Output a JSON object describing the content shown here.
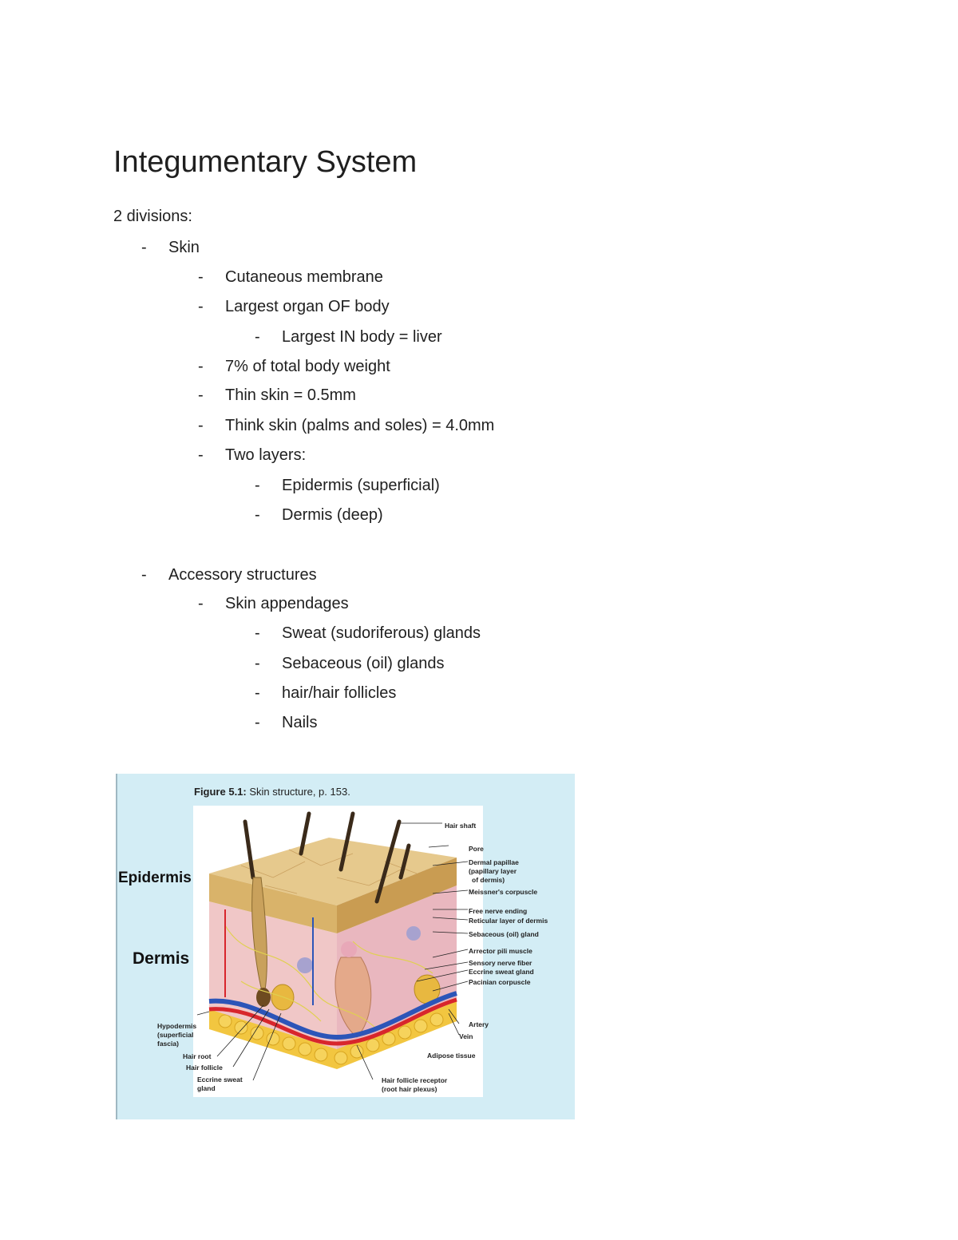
{
  "title": "Integumentary System",
  "intro": "2 divisions:",
  "dash": "-",
  "outline": [
    {
      "level": 1,
      "text": "Skin"
    },
    {
      "level": 2,
      "text": "Cutaneous membrane"
    },
    {
      "level": 2,
      "text": "Largest organ OF body"
    },
    {
      "level": 3,
      "text": "Largest IN body = liver"
    },
    {
      "level": 2,
      "text": "7% of total body weight"
    },
    {
      "level": 2,
      "text": "Thin skin = 0.5mm"
    },
    {
      "level": 2,
      "text": "Think skin (palms and soles) = 4.0mm"
    },
    {
      "level": 2,
      "text": "Two layers:"
    },
    {
      "level": 3,
      "text": "Epidermis (superficial)"
    },
    {
      "level": 3,
      "text": "Dermis (deep)"
    },
    {
      "level": 1,
      "text": "Accessory structures"
    },
    {
      "level": 2,
      "text": "Skin appendages"
    },
    {
      "level": 3,
      "text": "Sweat (sudoriferous) glands"
    },
    {
      "level": 3,
      "text": "Sebaceous (oil) glands"
    },
    {
      "level": 3,
      "text": "hair/hair follicles"
    },
    {
      "level": 3,
      "text": "Nails"
    }
  ],
  "figure": {
    "caption_bold": "Figure 5.1:",
    "caption_rest": " Skin structure, p. 153.",
    "big_labels": {
      "epidermis": "Epidermis",
      "dermis": "Dermis"
    },
    "right_labels": [
      "Hair shaft",
      "Pore",
      "Dermal papillae",
      "(papillary layer",
      "of dermis)",
      "Meissner's corpuscle",
      "Free nerve ending",
      "Reticular layer of dermis",
      "Sebaceous (oil) gland",
      "Arrector pili muscle",
      "Sensory nerve fiber",
      "Eccrine sweat gland",
      "Pacinian corpuscle",
      "Artery",
      "Vein",
      "Adipose tissue"
    ],
    "left_labels": [
      "Hypodermis",
      "(superficial",
      "fascia)",
      "Hair root",
      "Hair follicle",
      "Eccrine sweat",
      "gland"
    ],
    "bottom_labels": [
      "Hair follicle receptor",
      "(root hair plexus)"
    ],
    "colors": {
      "background": "#d3edf5",
      "epidermis": "#d9b36a",
      "dermis": "#f0c7c7",
      "fat": "#f2c640",
      "artery": "#d8262c",
      "vein": "#2c55b8"
    }
  }
}
